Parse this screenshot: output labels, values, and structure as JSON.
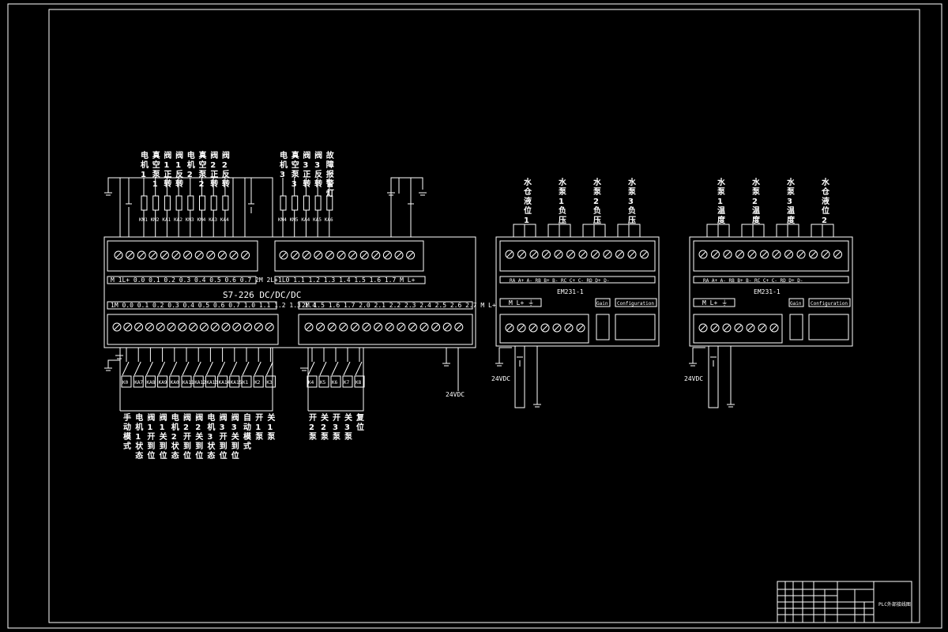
{
  "plc": {
    "model": "S7-226 DC/DC/DC",
    "output_terms_a": "M 1L+ 0.0 0.1 0.2 0.3 0.4 0.5 0.6 0.7 2M 2L+",
    "output_terms_b": "1L0 1.1 1.2 1.3 1.4 1.5 1.6 1.7 M L+",
    "input_terms_a": "1M 0.0 0.1 0.2 0.3 0.4 0.5 0.6 0.7 1.0 1.1 1.2 1.3 1.4",
    "input_terms_b": "2M 1.5 1.6 1.7 2.0 2.1 2.2 2.3 2.4 2.5 2.6 2.7 M L+",
    "supply": "24VDC"
  },
  "outputs_top": [
    {
      "relay": "KM1",
      "label": "电机1"
    },
    {
      "relay": "KM2",
      "label": "真空泵1"
    },
    {
      "relay": "KA1",
      "label": "阀1正转"
    },
    {
      "relay": "KA2",
      "label": "阀1反转"
    },
    {
      "relay": "KM3",
      "label": "电机2"
    },
    {
      "relay": "KM4",
      "label": "真空泵2"
    },
    {
      "relay": "KA3",
      "label": "阀2正转"
    },
    {
      "relay": "KA4",
      "label": "阀2反转"
    }
  ],
  "outputs_top_b": [
    {
      "relay": "KM4",
      "label": "电机3"
    },
    {
      "relay": "KM5",
      "label": "真空泵3"
    },
    {
      "relay": "KA4",
      "label": "阀3正转"
    },
    {
      "relay": "KA5",
      "label": "阀3反转"
    },
    {
      "relay": "KA6",
      "label": "故障报警灯"
    }
  ],
  "inputs_bottom": [
    {
      "contact": "K0",
      "label": "手动模式"
    },
    {
      "contact": "KA7",
      "label": "电机1状态"
    },
    {
      "contact": "KA8",
      "label": "阀1开到位"
    },
    {
      "contact": "KA9",
      "label": "阀1关到位"
    },
    {
      "contact": "KA0",
      "label": "电机2状态"
    },
    {
      "contact": "KA11",
      "label": "阀2开到位"
    },
    {
      "contact": "KA12",
      "label": "阀2关到位"
    },
    {
      "contact": "KA13",
      "label": "电机3状态"
    },
    {
      "contact": "KA14",
      "label": "阀3开到位"
    },
    {
      "contact": "KA15",
      "label": "阀3关到位"
    },
    {
      "contact": "K1",
      "label": "自动模式"
    },
    {
      "contact": "K2",
      "label": "开1泵"
    },
    {
      "contact": "K3",
      "label": "关1泵"
    }
  ],
  "inputs_bottom_b": [
    {
      "contact": "K4",
      "label": "开2泵"
    },
    {
      "contact": "K5",
      "label": "关2泵"
    },
    {
      "contact": "K6",
      "label": "开3泵"
    },
    {
      "contact": "K7",
      "label": "关3泵"
    },
    {
      "contact": "K8",
      "label": "复位"
    }
  ],
  "em1": {
    "model": "EM231-1",
    "terms": "RA A+ A- RB B+ B- RC C+ C- RD D+ D-",
    "bottom_terms": "M L+ ⏚",
    "gain": "Gain",
    "config": "Configuration",
    "supply": "24VDC",
    "channels": [
      "水仓液位1",
      "水泵1负压",
      "水泵2负压",
      "水泵3负压"
    ]
  },
  "em2": {
    "model": "EM231-1",
    "terms": "RA A+ A- RB B+ B- RC C+ C- RD D+ D-",
    "bottom_terms": "M L+ ⏚",
    "gain": "Gain",
    "config": "Configuration",
    "supply": "24VDC",
    "channels": [
      "水泵1温度",
      "水泵2温度",
      "水泵3温度",
      "水仓液位2"
    ]
  },
  "title_block": {
    "drawing_title": "PLC外部接线图"
  }
}
